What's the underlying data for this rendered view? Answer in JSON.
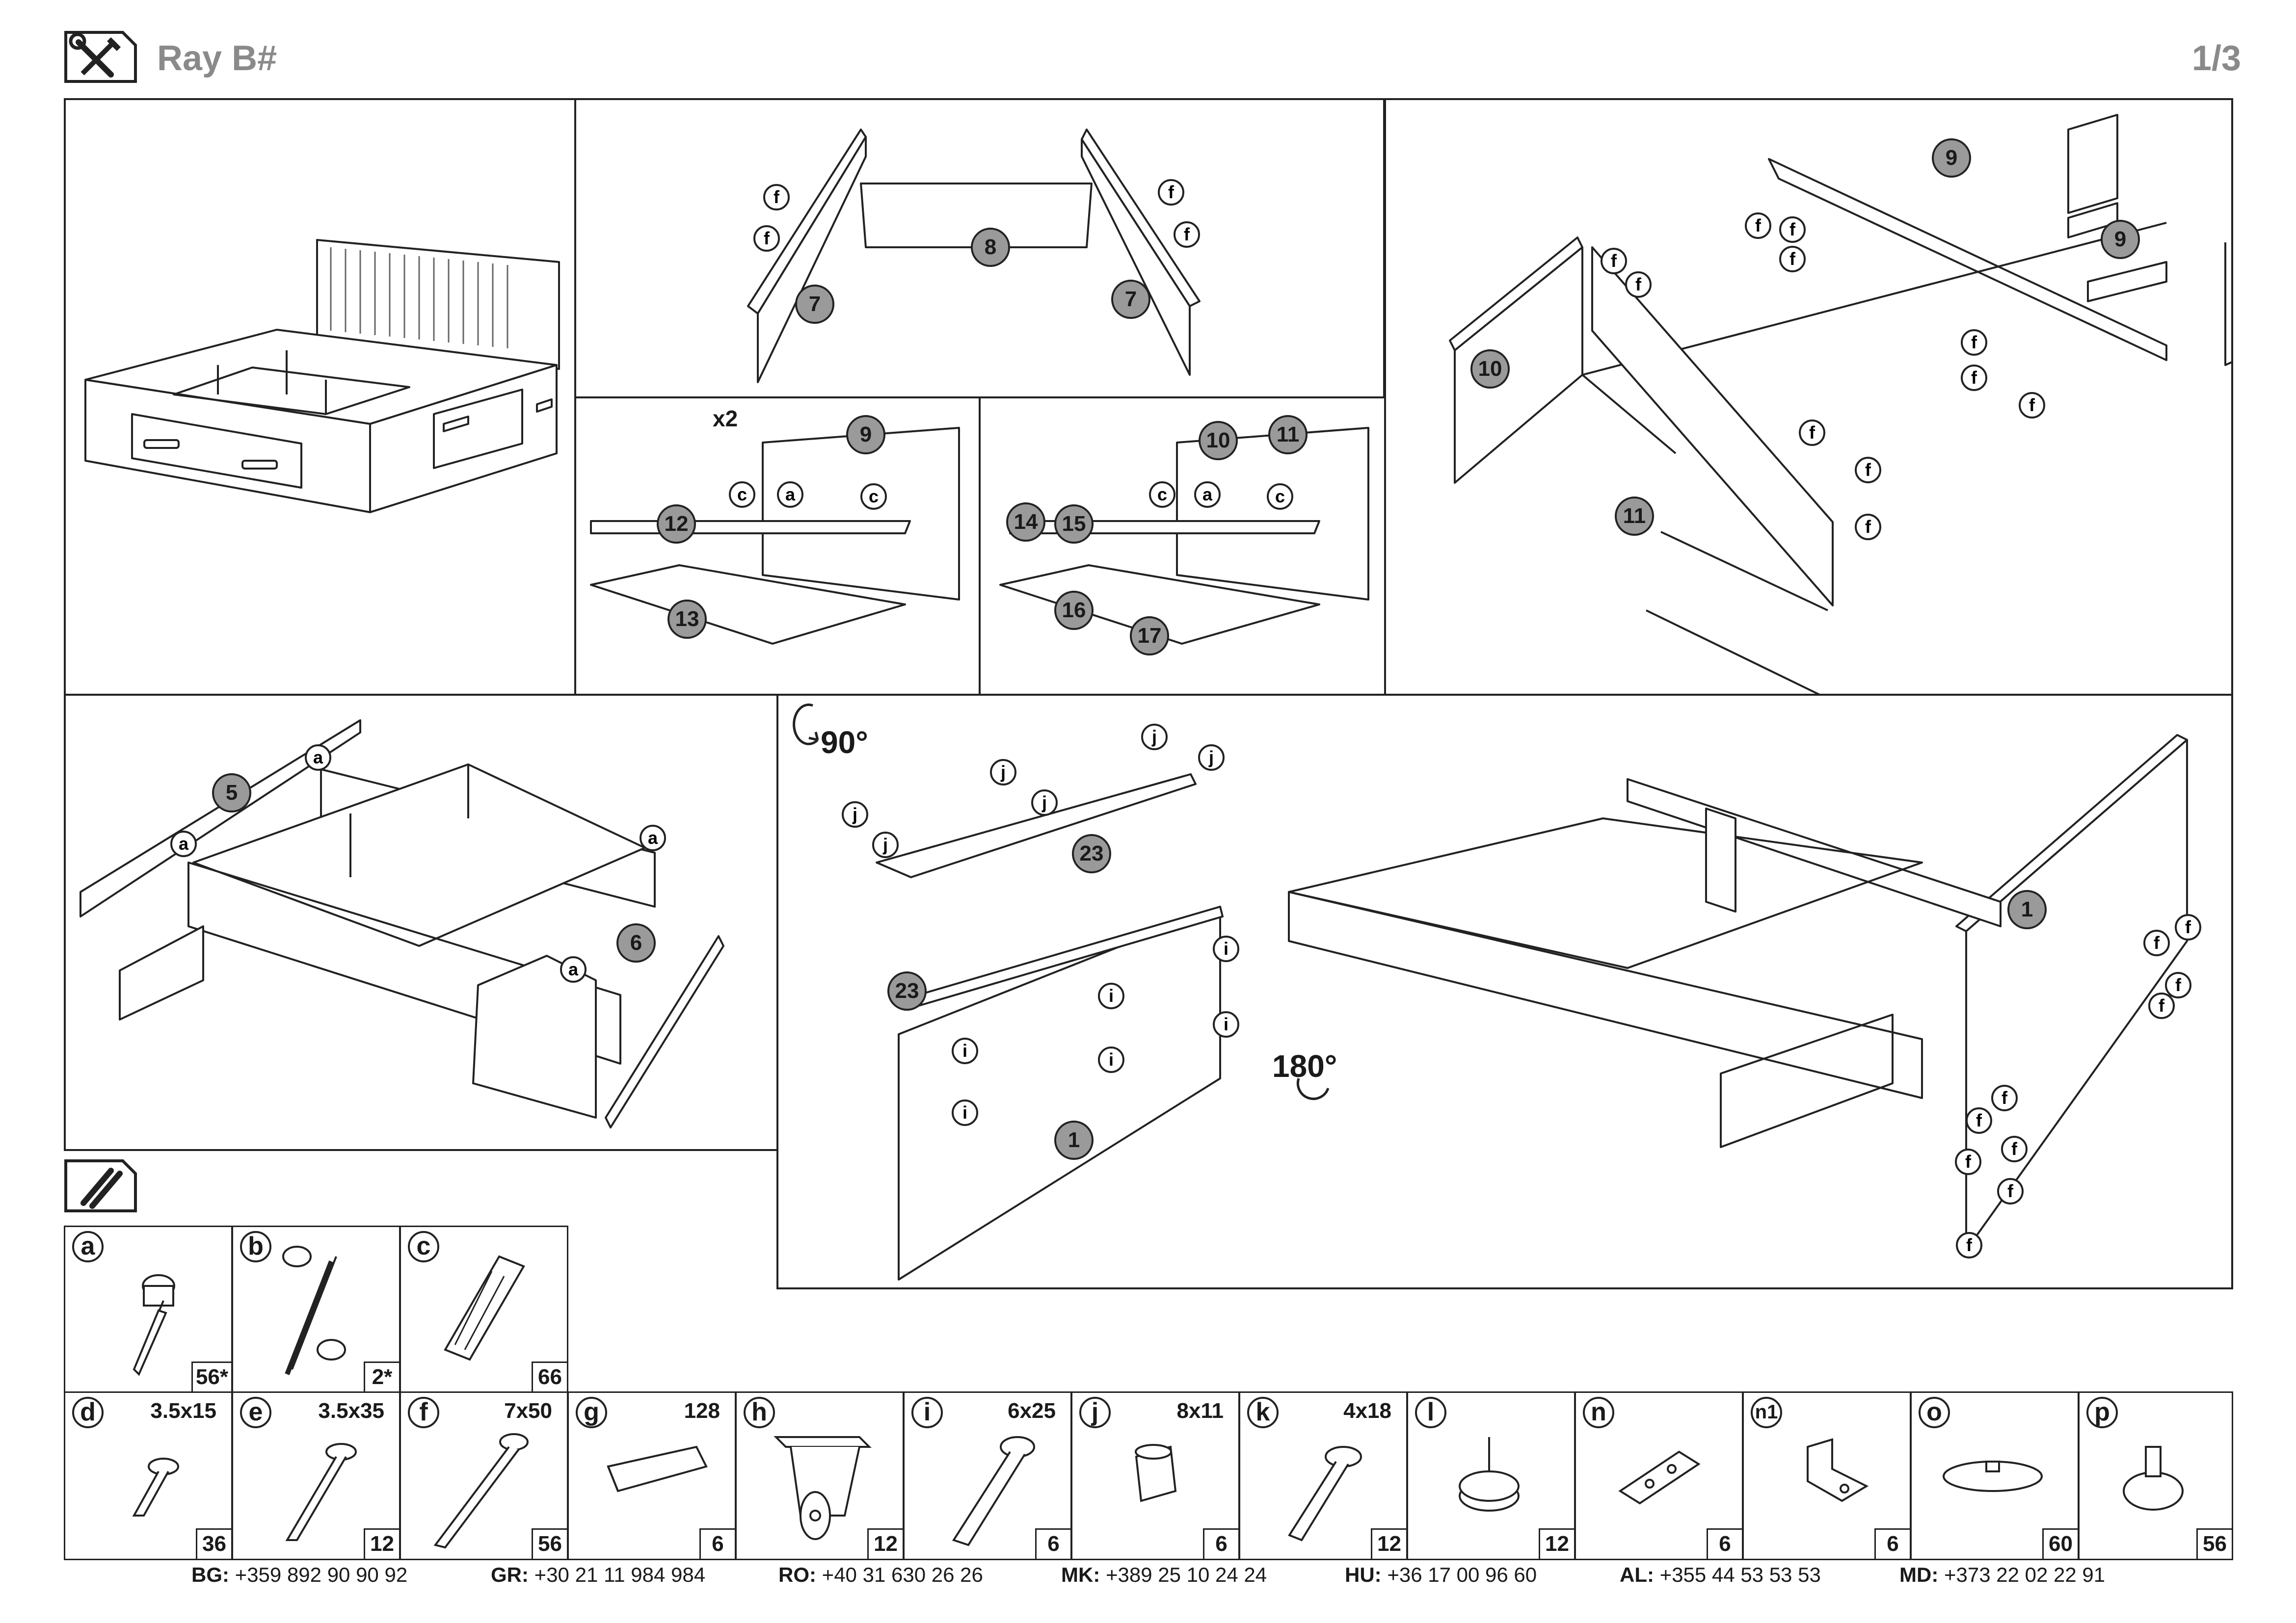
{
  "header": {
    "title": "Ray B#",
    "page": "1/3"
  },
  "steps": {
    "top_mid": {
      "parts": [
        "7",
        "8",
        "7"
      ],
      "fastener": "f"
    },
    "mid_left": {
      "multiplier": "x2",
      "parts": [
        "9",
        "12",
        "13"
      ],
      "fasteners": [
        "c",
        "a",
        "c"
      ]
    },
    "mid_right": {
      "parts": [
        "10",
        "11",
        "14",
        "15",
        "16",
        "17"
      ],
      "fasteners": [
        "c",
        "a",
        "c"
      ]
    },
    "top_right": {
      "parts": [
        "9",
        "9",
        "10",
        "11"
      ],
      "fastener": "f"
    },
    "bottom_left": {
      "parts": [
        "5",
        "6"
      ],
      "fastener": "a"
    },
    "bottom_right": {
      "rotate_a": "90°",
      "rotate_b": "180°",
      "parts": [
        "23",
        "23",
        "1",
        "1"
      ],
      "fasteners": [
        "j",
        "i",
        "f"
      ]
    }
  },
  "hardware_top": [
    {
      "letter": "a",
      "size": "",
      "qty": "56*"
    },
    {
      "letter": "b",
      "size": "",
      "qty": "2*"
    },
    {
      "letter": "c",
      "size": "",
      "qty": "66"
    }
  ],
  "hardware_bottom": [
    {
      "letter": "d",
      "size": "3.5x15",
      "qty": "36"
    },
    {
      "letter": "e",
      "size": "3.5x35",
      "qty": "12"
    },
    {
      "letter": "f",
      "size": "7x50",
      "qty": "56"
    },
    {
      "letter": "g",
      "size": "128",
      "qty": "6"
    },
    {
      "letter": "h",
      "size": "",
      "qty": "12"
    },
    {
      "letter": "i",
      "size": "6x25",
      "qty": "6"
    },
    {
      "letter": "j",
      "size": "8x11",
      "qty": "6"
    },
    {
      "letter": "k",
      "size": "4x18",
      "qty": "12"
    },
    {
      "letter": "l",
      "size": "",
      "qty": "12"
    },
    {
      "letter": "n",
      "size": "",
      "qty": "6"
    },
    {
      "letter": "n1",
      "size": "",
      "qty": "6"
    },
    {
      "letter": "o",
      "size": "",
      "qty": "60"
    },
    {
      "letter": "p",
      "size": "",
      "qty": "56"
    }
  ],
  "footer": [
    {
      "code": "BG:",
      "phone": "+359 892 90 90 92"
    },
    {
      "code": "GR:",
      "phone": "+30 21 11 984 984"
    },
    {
      "code": "RO:",
      "phone": "+40 31 630 26 26"
    },
    {
      "code": "MK:",
      "phone": "+389 25 10 24 24"
    },
    {
      "code": "HU:",
      "phone": "+36 17 00 96 60"
    },
    {
      "code": "AL:",
      "phone": "+355 44 53 53 53"
    },
    {
      "code": "MD:",
      "phone": "+373 22 02 22 91"
    }
  ],
  "icons": [
    "tools-icon",
    "hardware-icon"
  ],
  "colors": {
    "badge_fill": "#9a9a9a",
    "line": "#222222",
    "title": "#8a8a8a"
  }
}
